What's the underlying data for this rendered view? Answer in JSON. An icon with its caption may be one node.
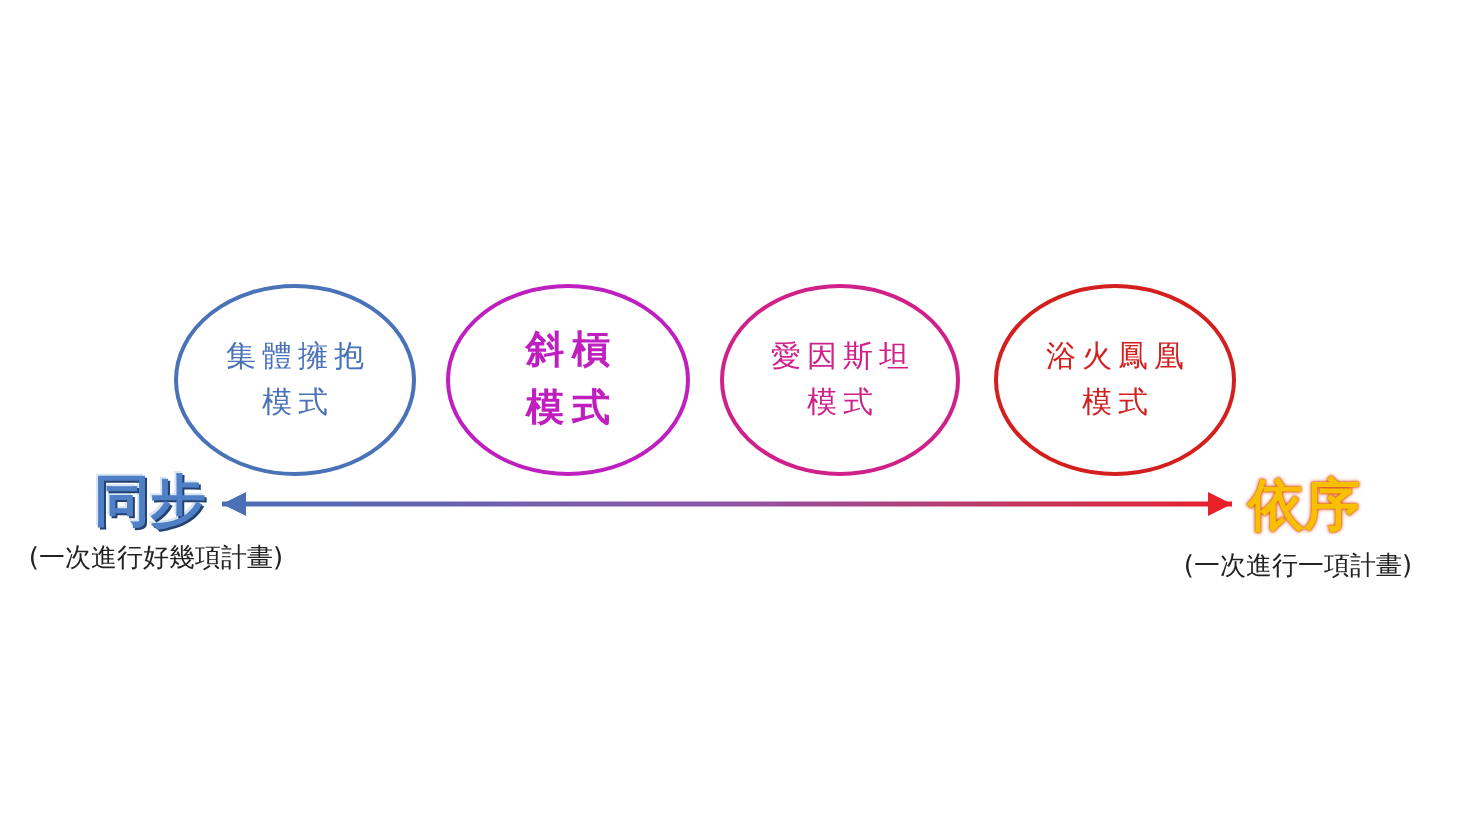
{
  "diagram": {
    "nodes": [
      {
        "text": [
          "集體擁抱模式"
        ]
      },
      {
        "text": [
          "斜槓模式"
        ]
      },
      {
        "text": [
          "愛因斯坦模式"
        ]
      },
      {
        "text": [
          "浴火鳳凰模式"
        ]
      },
      {
        "text": [
          "同步"
        ],
        "beside": [
          "(一次進行好幾項計畫)"
        ]
      },
      {
        "text": [
          "依序"
        ],
        "beside": [
          "(一次進行一項計畫)"
        ]
      }
    ],
    "edges": [
      {
        "from": 4,
        "to": 5,
        "arrow": "both"
      }
    ]
  }
}
